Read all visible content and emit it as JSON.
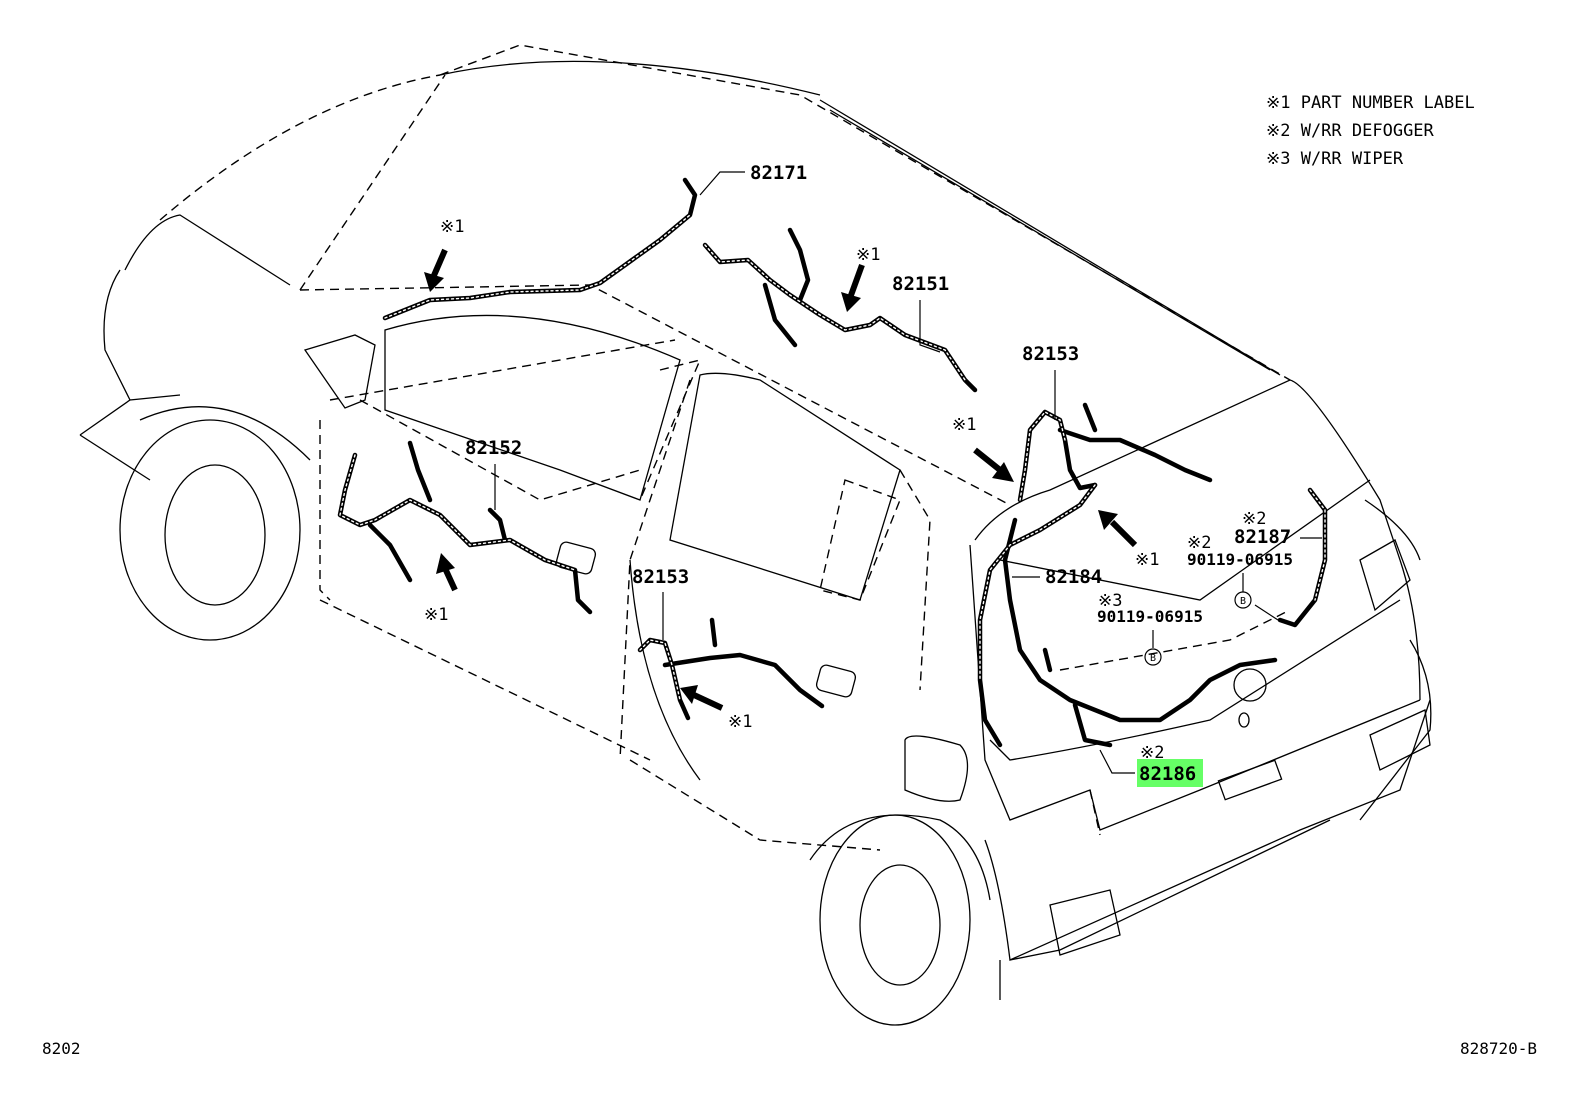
{
  "legend": {
    "note1": "※1 PART NUMBER LABEL",
    "note2": "※2 W/RR DEFOGGER",
    "note3": "※3 W/RR WIPER"
  },
  "parts": {
    "p82171": "82171",
    "p82151": "82151",
    "p82152": "82152",
    "p82153_roof": "82153",
    "p82153_door": "82153",
    "p82184": "82184",
    "p82187": "82187",
    "p82186": "82186",
    "bolt_defogger": "90119-06915",
    "bolt_wiper": "90119-06915"
  },
  "marks": {
    "m1": "※1",
    "m2": "※2",
    "m3": "※3",
    "bolt_symbol": "B"
  },
  "footer": {
    "left": "8202",
    "right": "828720-B"
  },
  "colors": {
    "highlight": "#66ff66",
    "line": "#000000"
  }
}
